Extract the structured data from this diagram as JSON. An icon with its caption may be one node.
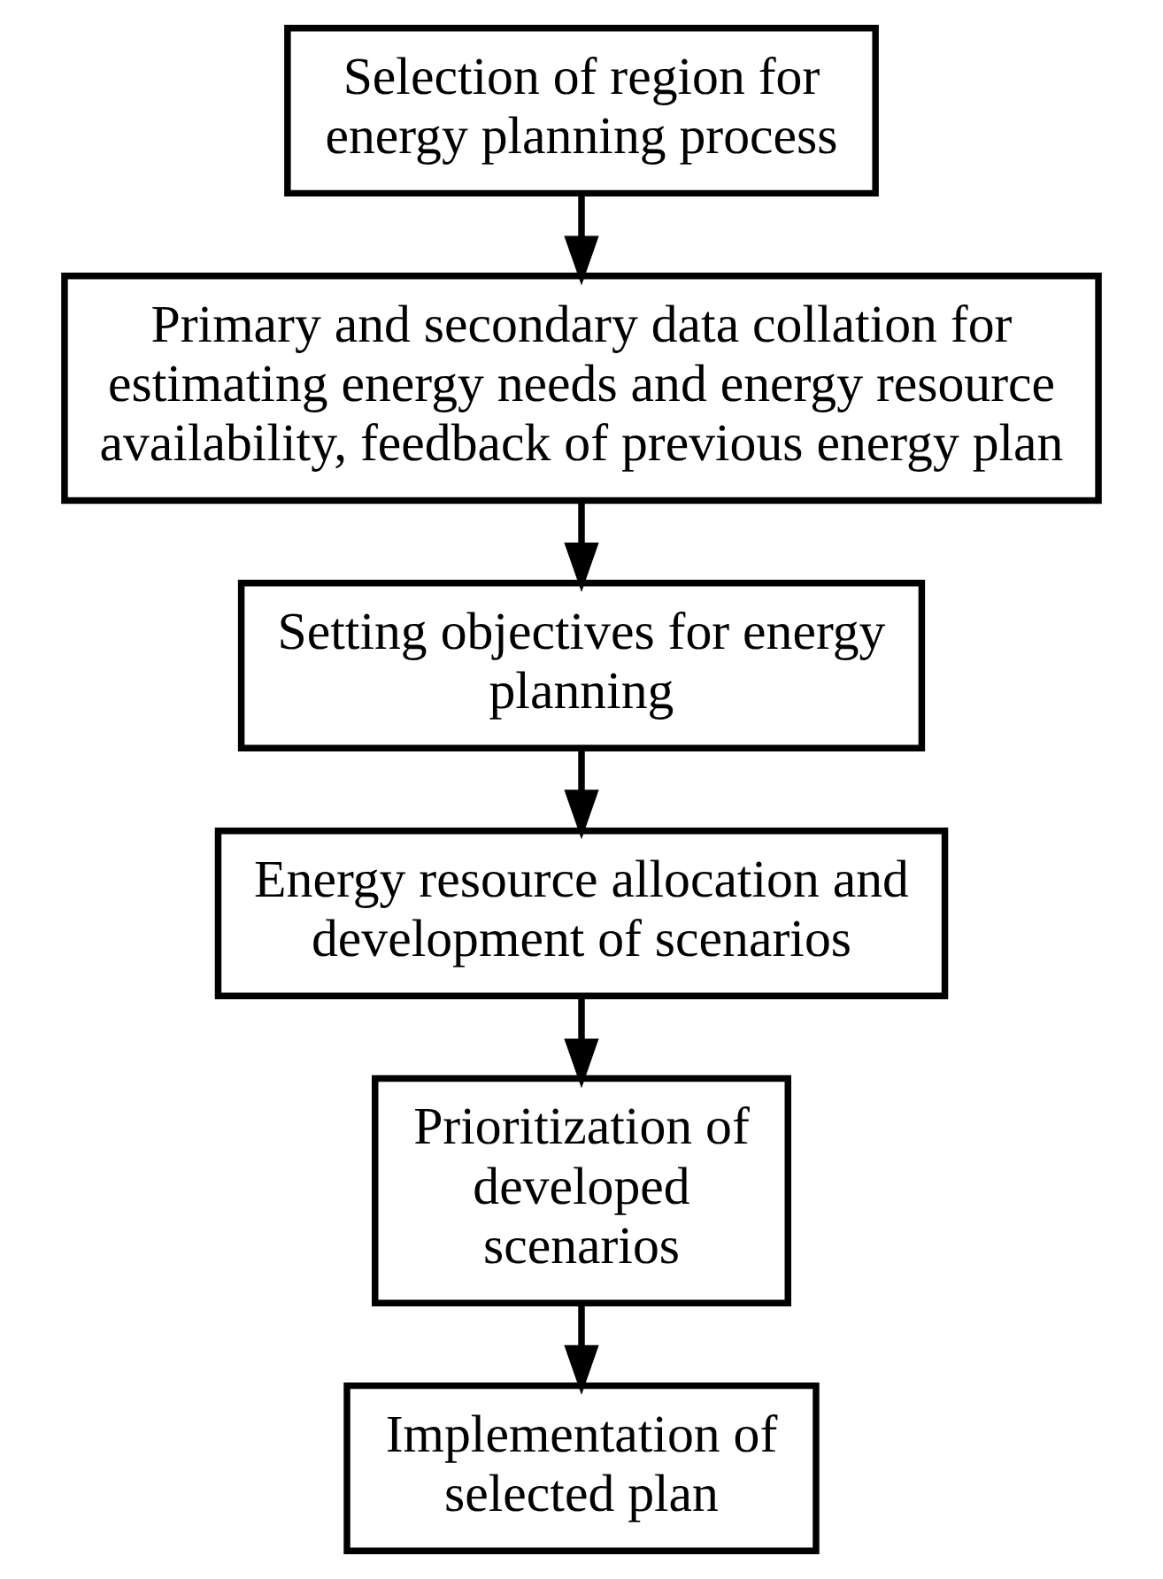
{
  "diagram": {
    "nodes": [
      {
        "text": [
          "Selection of region for energy planning process"
        ]
      },
      {
        "text": [
          "Primary and secondary data collation for estimating energy needs and energy resource availability, feedback of previous energy plan"
        ]
      },
      {
        "text": [
          "Setting objectives for energy planning"
        ]
      },
      {
        "text": [
          "Energy resource allocation and development of scenarios"
        ]
      },
      {
        "text": [
          "Prioritization of developed scenarios"
        ]
      },
      {
        "text": [
          "Implementation of selected plan"
        ]
      }
    ],
    "edges": [
      {
        "from": 0,
        "to": 1,
        "arrow": "to"
      },
      {
        "from": 1,
        "to": 2,
        "arrow": "to"
      },
      {
        "from": 2,
        "to": 3,
        "arrow": "to"
      },
      {
        "from": 3,
        "to": 4,
        "arrow": "to"
      },
      {
        "from": 4,
        "to": 5,
        "arrow": "to"
      }
    ]
  }
}
